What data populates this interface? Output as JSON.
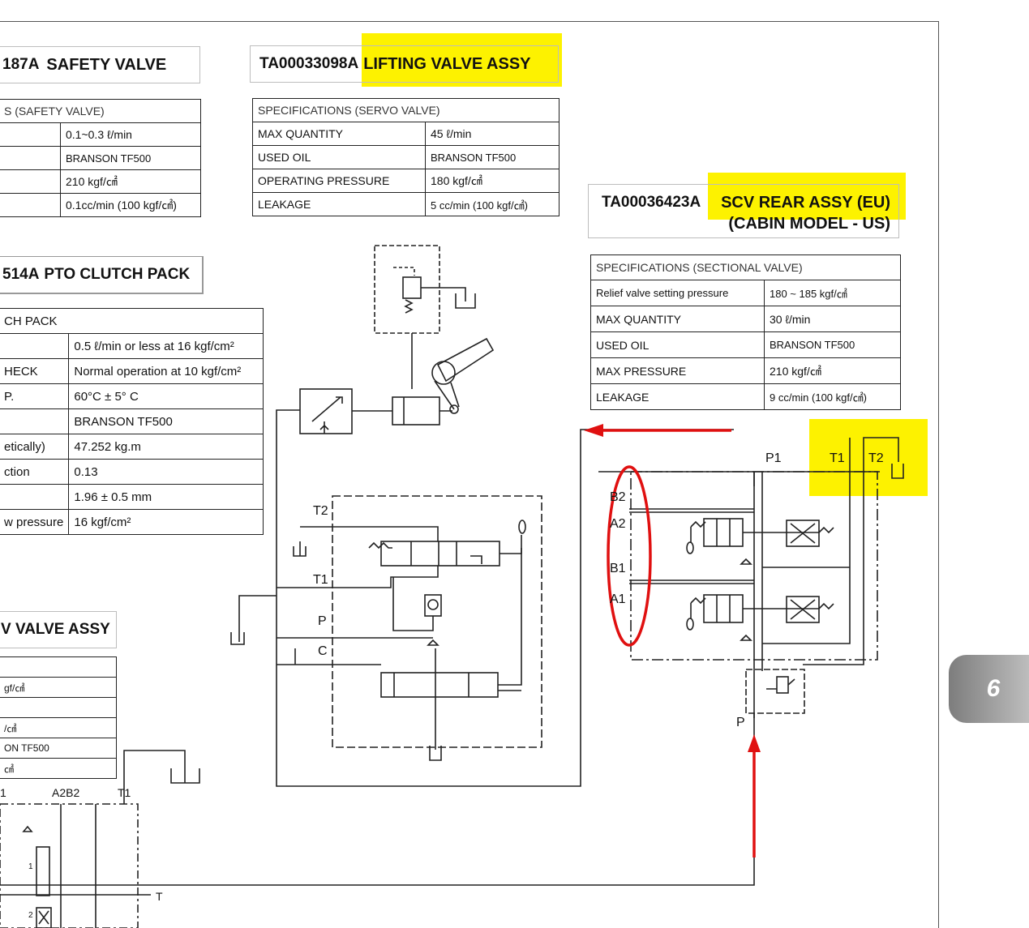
{
  "safety_valve": {
    "code": "187A",
    "name": "SAFETY VALVE",
    "table_header": "S (SAFETY VALVE)",
    "rows": [
      {
        "label": "",
        "value": "0.1~0.3 ℓ/min"
      },
      {
        "label": "",
        "value": "BRANSON TF500"
      },
      {
        "label": "",
        "value": "210 kgf/㎠"
      },
      {
        "label": "",
        "value": "0.1cc/min (100 kgf/㎠)"
      }
    ]
  },
  "lifting_valve": {
    "code": "TA00033098A",
    "name": "LIFTING VALVE ASSY",
    "table_header": "SPECIFICATIONS (SERVO VALVE)",
    "rows": [
      {
        "label": "MAX QUANTITY",
        "value": "45 ℓ/min"
      },
      {
        "label": "USED OIL",
        "value": "BRANSON TF500"
      },
      {
        "label": "OPERATING  PRESSURE",
        "value": "180 kgf/㎠"
      },
      {
        "label": "LEAKAGE",
        "value": "5 cc/min (100 kgf/㎠)"
      }
    ]
  },
  "pto_clutch": {
    "code": "514A",
    "name": "PTO CLUTCH PACK",
    "table_header": "CH PACK",
    "rows": [
      {
        "label": "",
        "value": "0.5 ℓ/min or less at 16 kgf/cm²"
      },
      {
        "label": "HECK",
        "value": "Normal operation at 10 kgf/cm²"
      },
      {
        "label": "P.",
        "value": "60°C ± 5° C"
      },
      {
        "label": "",
        "value": "BRANSON TF500"
      },
      {
        "label": "etically)",
        "value": "47.252 kg.m"
      },
      {
        "label": "ction",
        "value": "0.13"
      },
      {
        "label": "",
        "value": "1.96 ± 0.5 mm"
      },
      {
        "label": "w pressure",
        "value": "16 kgf/cm²"
      }
    ]
  },
  "scv_rear": {
    "code": "TA00036423A",
    "name": "SCV REAR ASSY (EU)",
    "name2": "(CABIN MODEL - US)",
    "table_header": "SPECIFICATIONS (SECTIONAL VALVE)",
    "rows": [
      {
        "label": "Relief valve setting pressure",
        "value": "180 ~ 185 kgf/㎠"
      },
      {
        "label": "MAX QUANTITY",
        "value": "30 ℓ/min"
      },
      {
        "label": "USED OIL",
        "value": "BRANSON TF500"
      },
      {
        "label": "MAX PRESSURE",
        "value": "210 kgf/㎠"
      },
      {
        "label": "LEAKAGE",
        "value": "9 cc/min (100 kgf/㎠)"
      }
    ]
  },
  "flow_valve": {
    "name": "V VALVE ASSY",
    "rows": [
      "",
      "gf/㎠",
      "",
      "/㎠",
      "ON TF500",
      "㎠"
    ]
  },
  "lift_ports": {
    "t2": "T2",
    "t1": "T1",
    "p": "P",
    "c": "C"
  },
  "scv_ports": {
    "p1": "P1",
    "t1": "T1",
    "t2": "T2",
    "b2": "B2",
    "a2": "A2",
    "b1": "B1",
    "a1": "A1",
    "p": "P"
  },
  "bottom_ports": {
    "left": "1",
    "a2b2": "A2B2",
    "t1": "T1",
    "t": "T",
    "n1": "1",
    "n2": "2"
  },
  "page_tab": "6",
  "colors": {
    "highlight": "#fdf200",
    "annotation": "#e01010"
  }
}
